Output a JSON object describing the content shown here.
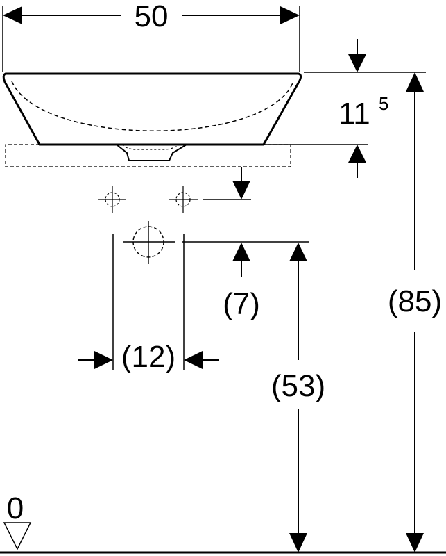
{
  "dimensions": {
    "width": "50",
    "basin_height_main": "11",
    "basin_height_sup": "5",
    "total_height": "(85)",
    "tap_offset": "(7)",
    "drain_spacing": "(12)",
    "drain_height": "(53)",
    "floor_level": "0"
  },
  "colors": {
    "line": "#000000",
    "background": "#ffffff"
  }
}
